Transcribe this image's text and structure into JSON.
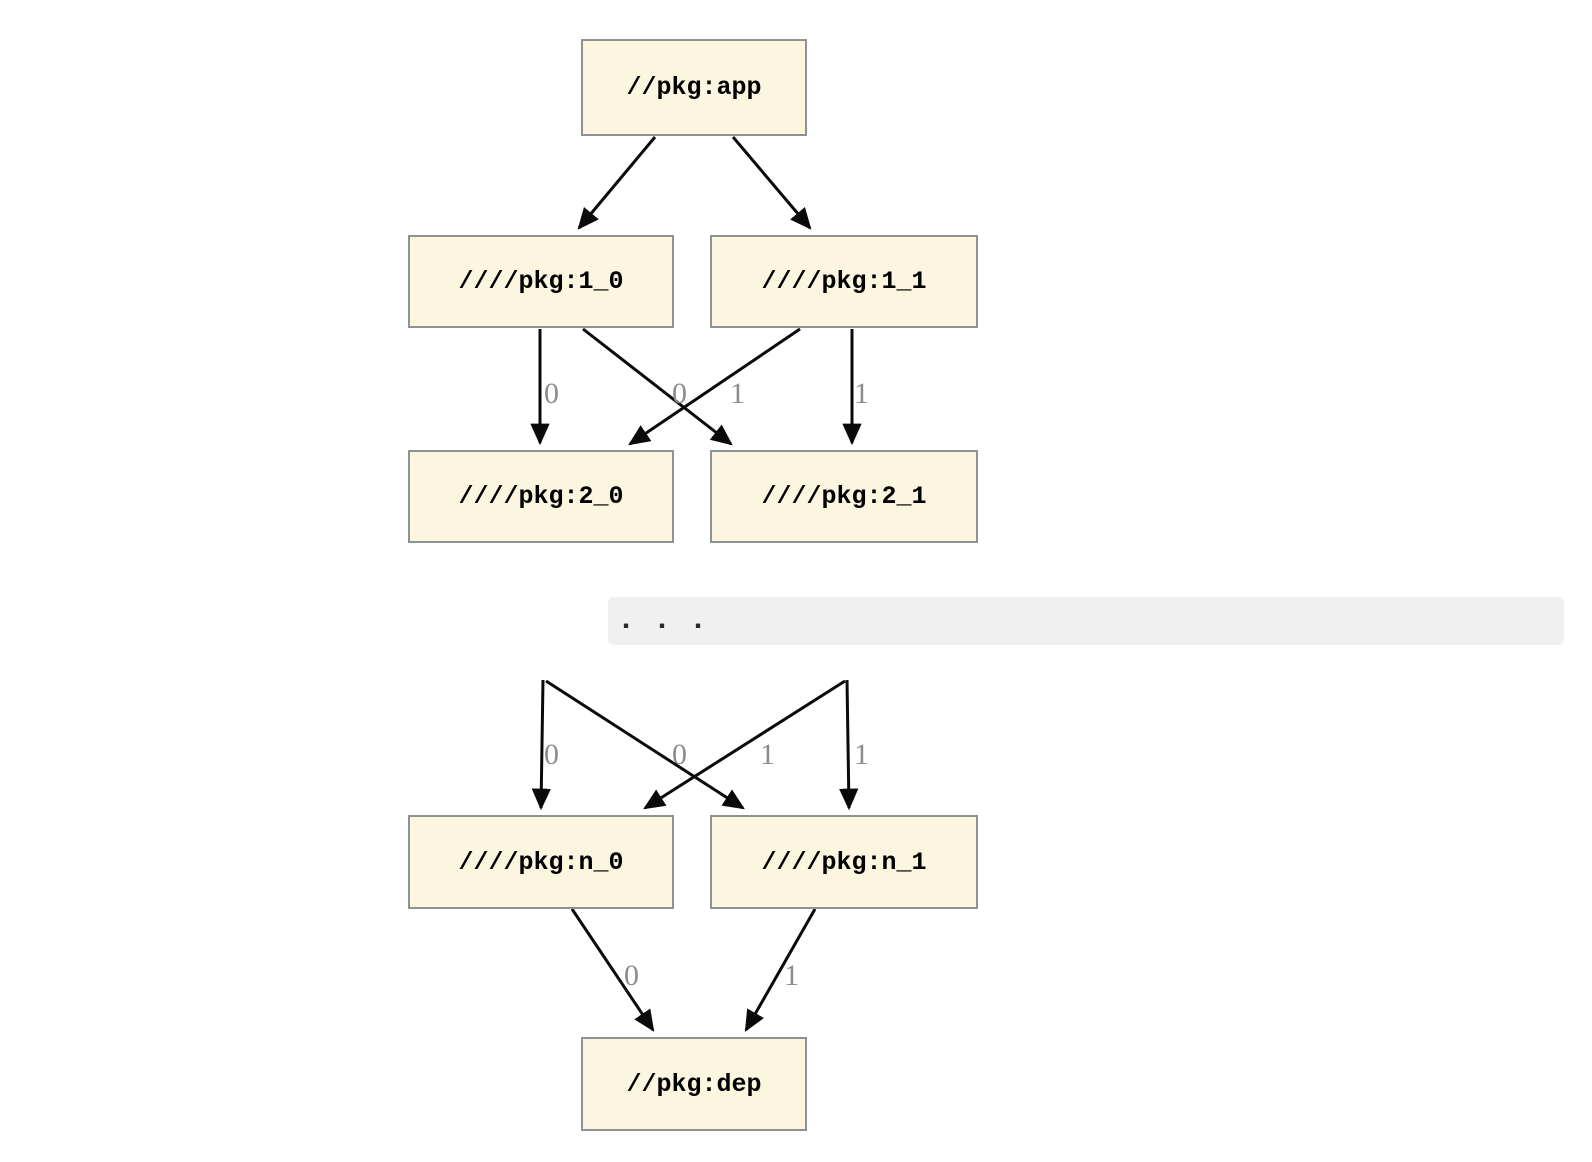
{
  "diagram": {
    "nodes": [
      {
        "id": "app",
        "label": "//pkg:app"
      },
      {
        "id": "1_0",
        "label": "////pkg:1_0"
      },
      {
        "id": "1_1",
        "label": "////pkg:1_1"
      },
      {
        "id": "2_0",
        "label": "////pkg:2_0"
      },
      {
        "id": "2_1",
        "label": "////pkg:2_1"
      },
      {
        "id": "n_0",
        "label": "////pkg:n_0"
      },
      {
        "id": "n_1",
        "label": "////pkg:n_1"
      },
      {
        "id": "dep",
        "label": "//pkg:dep"
      }
    ],
    "edges": [
      {
        "from": "app",
        "to": "1_0",
        "label": ""
      },
      {
        "from": "app",
        "to": "1_1",
        "label": ""
      },
      {
        "from": "1_0",
        "to": "2_0",
        "label": "0"
      },
      {
        "from": "1_1",
        "to": "2_0",
        "label": "0"
      },
      {
        "from": "1_0",
        "to": "2_1",
        "label": "1"
      },
      {
        "from": "1_1",
        "to": "2_1",
        "label": "1"
      },
      {
        "from": "...",
        "to": "n_0",
        "label": "0"
      },
      {
        "from": "...",
        "to": "n_0",
        "label": "0"
      },
      {
        "from": "...",
        "to": "n_1",
        "label": "1"
      },
      {
        "from": "...",
        "to": "n_1",
        "label": "1"
      },
      {
        "from": "n_0",
        "to": "dep",
        "label": "0"
      },
      {
        "from": "n_1",
        "to": "dep",
        "label": "1"
      }
    ],
    "ellipsis": {
      "text": ". . ."
    },
    "colors": {
      "node_fill": "#FCF5DF",
      "node_border": "#8D9292",
      "node_text": "#000000",
      "edge_color": "#0A0A0A",
      "edge_label_color": "#8C8C8C",
      "ellipsis_bg": "#F0F0F0",
      "ellipsis_text": "#2B2B2B",
      "page_bg": "#FFFFFF"
    }
  }
}
